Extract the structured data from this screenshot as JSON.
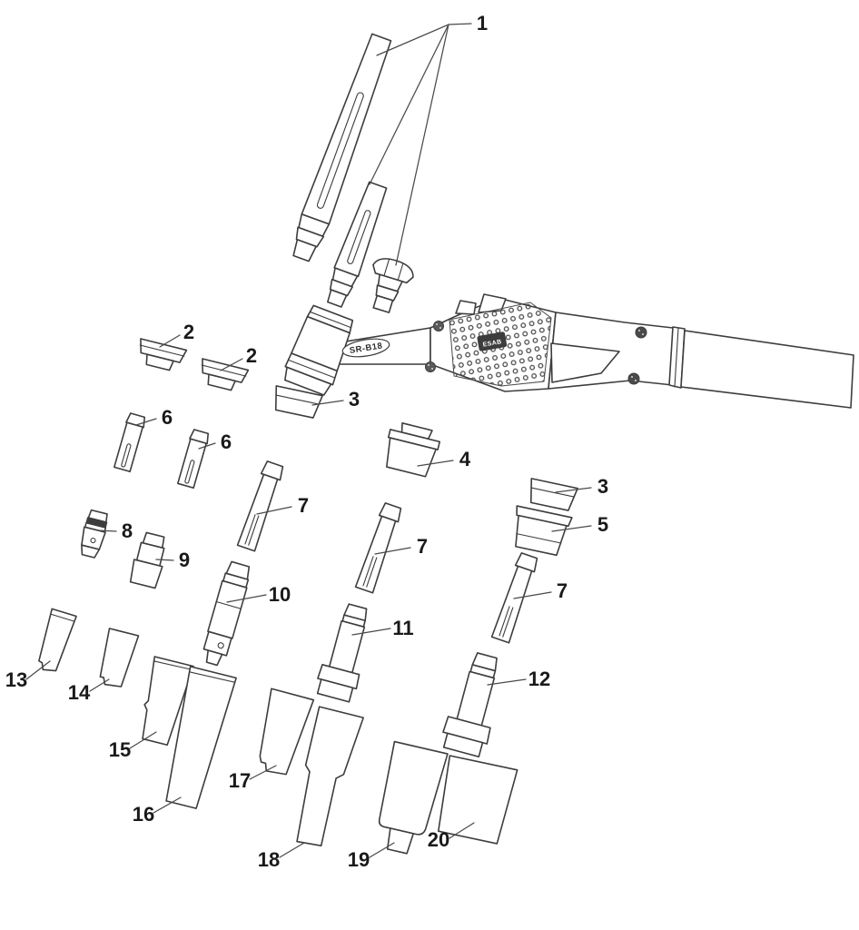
{
  "diagram": {
    "model_label": "SR-B18",
    "brand": "ESAB",
    "background": "#ffffff",
    "line_color": "#3d3d3d",
    "label_color": "#1a1a1a",
    "callouts": [
      {
        "label": "1"
      },
      {
        "label": "2"
      },
      {
        "label": "2"
      },
      {
        "label": "3"
      },
      {
        "label": "4"
      },
      {
        "label": "3"
      },
      {
        "label": "5"
      },
      {
        "label": "6"
      },
      {
        "label": "6"
      },
      {
        "label": "7"
      },
      {
        "label": "7"
      },
      {
        "label": "7"
      },
      {
        "label": "8"
      },
      {
        "label": "9"
      },
      {
        "label": "10"
      },
      {
        "label": "11"
      },
      {
        "label": "12"
      },
      {
        "label": "13"
      },
      {
        "label": "14"
      },
      {
        "label": "15"
      },
      {
        "label": "16"
      },
      {
        "label": "17"
      },
      {
        "label": "18"
      },
      {
        "label": "19"
      },
      {
        "label": "20"
      }
    ]
  }
}
